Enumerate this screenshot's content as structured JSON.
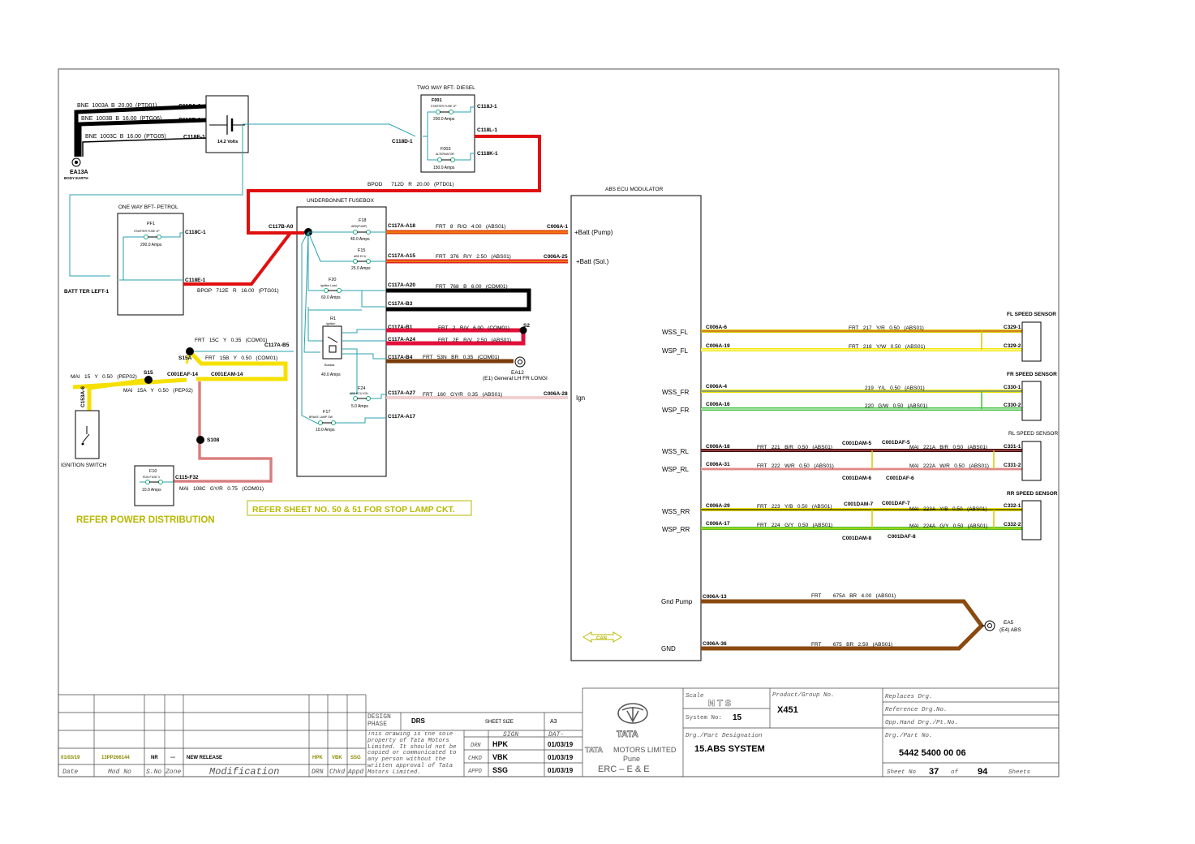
{
  "battery": {
    "volts": "14.2 Volts",
    "wires": [
      "BNE  1003A  B  20.00  (PTD01)",
      "BNE  1003B  B  16.00  (PTG06)",
      "BNE  1003C  B  16.00  (PTG05)"
    ],
    "connectors": [
      "C118A-1",
      "C118B-1",
      "C118F-1"
    ],
    "earth": "EA13A",
    "earth_label": "BODY EARTH"
  },
  "two_way": {
    "title": "TWO WAY BFT- DIESEL",
    "f001": "F001",
    "f001_name": "STARTER FUSE 1P",
    "f001_amps": "200.0 Amps",
    "f003": "F003",
    "f003_name": "ALTERNATOR",
    "f003_amps": "150.0 Amps",
    "conn_in": "C118D-1",
    "conn_j": "C118J-1",
    "conn_l": "C118L-1",
    "conn_k": "C118K-1"
  },
  "bpod_wire": "BPOD      712D   R   20.00   (PTD01)",
  "one_way": {
    "title": "ONE WAY BFT- PETROL",
    "pf1": "PF1",
    "pf1_name": "STARTER FUSE 1P",
    "pf1_amps": "200.0 Amps",
    "conn_c": "C118C-1",
    "conn_e": "C118E-1",
    "batt_ter": "BATT TER LEFT-1",
    "bpop_wire": "BPOP   712E   R   16.00   (PTG01)"
  },
  "ubfb": {
    "title": "UNDERBONNET FUSEBOX",
    "input_conn": "C117B-A0",
    "f18": "F18",
    "f18_name": "ABS(PUMP)",
    "f18_amps": "40.0 Amps",
    "f15": "F15",
    "f15_name": "ABS ECU",
    "f15_amps": "25.0 Amps",
    "f20": "F20",
    "f20_name": "Ignition Load",
    "f20_amps": "60.0 Amps",
    "r1": "R1",
    "r1_name": "Ignition",
    "r1_bottom": "Busbar",
    "r1_amps": "40.0 Amps",
    "f24": "F24",
    "f24_name": "ABS ECU IGN",
    "f24_amps": "5.0 Amps",
    "f17": "F17",
    "f17_name": "BRAKE LAMP SW",
    "f17_amps": "10.0 Amps",
    "conns": [
      "C117A-A18",
      "C117A-A15",
      "C117A-A20",
      "C117A-B3",
      "C117A-B1",
      "C117A-A24",
      "C117A-B4",
      "C117A-A27",
      "C117A-A17"
    ],
    "wires": [
      "FRT   8   R/O   4.00   (ABS01)",
      "FRT   376   R/Y   2.50   (ABS01)",
      "FRT   768   B   6.00   (COM01)",
      "FRT   2   R/V   6.00   (COM01)",
      "FRT   2E   R/V   2.50   (ABS01)",
      "FRT   53N   BR   0.35   (COM01)",
      "FRT   160   GY/R   0.35   (ABS01)"
    ],
    "splice_s2": "S2",
    "ea12": "EA12",
    "ea12_label": "(E1) General LH FR LONGI",
    "b5_conn": "C117A-B5"
  },
  "ignition": {
    "wire_15c": "FRT   15C   Y   0.35   (COM01)",
    "wire_15b": "FRT   15B   Y   0.50   (COM01)",
    "s15a": "S15A",
    "s15": "S15",
    "mai15": "MAI   15   Y   0.50   (PEP02)",
    "mai15a": "MAI   15A   Y   0.50   (PEP02)",
    "c001eaf": "C001EAF-14",
    "c001eam": "C001EAM-14",
    "c153a": "C153A-6",
    "switch_label": "IGNITION SWITCH",
    "s108": "S108",
    "f10": "F10",
    "f10_name": "RUN FUSE 3",
    "f10_amps": "10.0 Amps",
    "c115": "C115-F32",
    "mai108c": "MAI   108C   GY/R   0.75   (COM01)"
  },
  "notes": {
    "power_dist": "REFER POWER DISTRIBUTION",
    "stop_lamp": "REFER SHEET NO. 50 & 51 FOR STOP LAMP CKT."
  },
  "abs": {
    "title": "ABS ECU MODULATOR",
    "pins": {
      "batt_pump": "+Batt (Pump)",
      "batt_sol": "+Batt (Sol.)",
      "ign": "Ign",
      "wss_fl": "WSS_FL",
      "wsp_fl": "WSP_FL",
      "wss_fr": "WSS_FR",
      "wsp_fr": "WSP_FR",
      "wss_rl": "WSS_RL",
      "wsp_rl": "WSP_RL",
      "wss_rr": "WSS_RR",
      "wsp_rr": "WSP_RR",
      "gnd_pump": "Gnd Pump",
      "gnd": "GND"
    },
    "conns": {
      "c1": "C006A-1",
      "c25": "C006A-25",
      "c28": "C006A-28",
      "c6": "C006A-6",
      "c19": "C006A-19",
      "c4": "C006A-4",
      "c16": "C006A-16",
      "c18": "C006A-18",
      "c31": "C006A-31",
      "c29": "C006A-29",
      "c17": "C006A-17",
      "c13": "C006A-13",
      "c36": "C006A-36"
    },
    "can": "CAN"
  },
  "sensors": {
    "fl": "FL SPEED SENSOR",
    "fr": "FR SPEED SENSOR",
    "rl": "RL SPEED SENSOR",
    "rr": "RR SPEED SENSOR",
    "fl_wires": [
      "FRT   217   Y/R   0.50   (ABS01)",
      "FRT   218   Y/W   0.50   (ABS01)"
    ],
    "fl_conns": [
      "C329-1",
      "C329-2"
    ],
    "fr_wires": [
      "219   Y/L   0.50   (ABS01)",
      "220   G/W   0.50   (ABS01)"
    ],
    "fr_conns": [
      "C330-1",
      "C330-2"
    ],
    "rl_wires": [
      "FRT   221   B/R   0.50   (ABS01)",
      "FRT   222   W/R   0.50   (ABS01)"
    ],
    "rl_mai": [
      "MAI   221A   B/R   0.50   (ABS01)",
      "MAI   222A   W/R   0.50   (ABS01)"
    ],
    "rl_conns": [
      "C331-1",
      "C331-2"
    ],
    "rl_dam": [
      "C001DAM-5",
      "C001DAM-6"
    ],
    "rl_daf": [
      "C001DAF-5",
      "C001DAF-6"
    ],
    "rr_wires": [
      "FRT   223   Y/B   0.50   (ABS01)",
      "FRT   224   G/Y   0.50   (ABS01)"
    ],
    "rr_mai": [
      "MAI   223A   Y/B   0.50   (ABS01)",
      "MAI   224A   G/Y   0.50   (ABS01)"
    ],
    "rr_conns": [
      "C332-1",
      "C332-2"
    ],
    "rr_dam": [
      "C001DAM-7",
      "C001DAM-8"
    ],
    "rr_daf": [
      "C001DAF-7",
      "C001DAF-8"
    ]
  },
  "grounds": {
    "w675a": "FRT        675A   BR   4.00   (ABS01)",
    "w675": "FRT        675   BR   2.50   (ABS01)",
    "ea5": "EA5",
    "ea5_label": "(E4) ABS"
  },
  "title_block": {
    "rev_date": "01/03/19",
    "rev_mod": "13PP266144",
    "rev_sno": "NR",
    "rev_zone": "---",
    "rev_mod_text": "NEW RELEASE",
    "rev_drn": "HPK",
    "rev_chkd": "VBK",
    "rev_appd": "SSG",
    "h_date": "Date",
    "h_mod_no": "Mod No",
    "h_sno": "S.No",
    "h_zone": "Zone",
    "h_modification": "Modification",
    "h_drn": "DRN",
    "h_chkd": "Chkd",
    "h_appd": "Appd",
    "design_phase": "DESIGN PHASE",
    "phase_value": "DRS",
    "sheet_size_label": "SHEET SIZE",
    "sheet_size": "A3",
    "prop_note": "This drawing is the sole property of Tata Motors Limited. It should not be copied or communicated to any person without the written approval of Tata Motors Limited.",
    "sign": "SIGN",
    "dat": "DAT-",
    "drn": "DRN",
    "chkd": "CHKD",
    "appd": "APPD",
    "drn_name": "HPK",
    "chkd_name": "VBK",
    "appd_name": "SSG",
    "drn_date": "01/03/19",
    "chkd_date": "01/03/19",
    "appd_date": "01/03/19",
    "company": "MOTORS LIMITED",
    "brand": "TATA",
    "city": "Pune",
    "dept": "ERC – E & E",
    "scale_label": "Scale",
    "scale": "N T S",
    "system_no_label": "System No:",
    "system_no": "15",
    "product_label": "Product/Group No.",
    "product": "X451",
    "drg_desig_label": "Drg./Part Designation",
    "drg_desig": "15.ABS SYSTEM",
    "replaces": "Replaces Drg.",
    "reference": "Reference Drg.No.",
    "opp_hand": "Opp.Hand Drg./Pt.No.",
    "drg_no_label": "Drg./Part No.",
    "drg_no": "5442 5400 00 06",
    "sheet_no_label": "Sheet No",
    "sheet_no": "37",
    "of": "of",
    "sheets": "94",
    "sheets_label": "Sheets"
  }
}
